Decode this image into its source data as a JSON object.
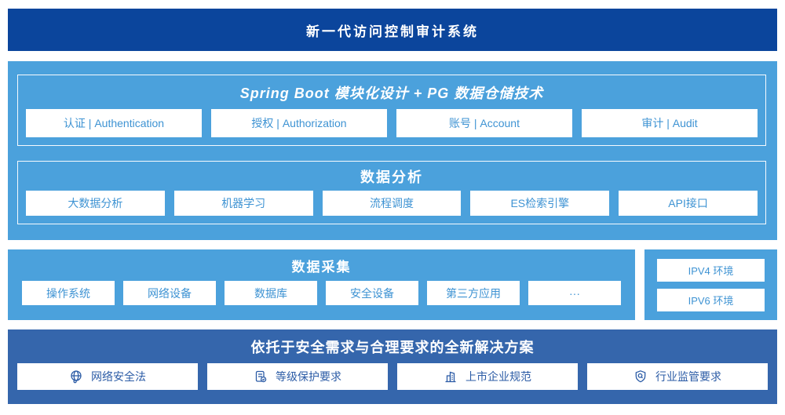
{
  "colors": {
    "banner_bg": "#0b459c",
    "platform_bg": "#4ba1dc",
    "solution_bg": "#3566ac",
    "box_text_blue": "#3e93d3",
    "solution_text_blue": "#2c5ca6",
    "box_bg": "#ffffff"
  },
  "banner": {
    "title": "新一代访问控制审计系统"
  },
  "platform": {
    "module_layer": {
      "title": "Spring Boot 模块化设计 + PG 数据仓储技术",
      "items": [
        "认证 | Authentication",
        "授权 | Authorization",
        "账号 | Account",
        "审计 | Audit"
      ]
    },
    "analysis_layer": {
      "title": "数据分析",
      "items": [
        "大数据分析",
        "机器学习",
        "流程调度",
        "ES检索引擎",
        "API接口"
      ]
    }
  },
  "collection": {
    "title": "数据采集",
    "items": [
      "操作系统",
      "网络设备",
      "数据库",
      "安全设备",
      "第三方应用",
      "···"
    ]
  },
  "environments": {
    "items": [
      "IPV4 环境",
      "IPV6 环境"
    ]
  },
  "solution": {
    "title": "依托于安全需求与合理要求的全新解决方案",
    "items": [
      {
        "icon": "globe-icon",
        "label": "网络安全法"
      },
      {
        "icon": "document-check-icon",
        "label": "等级保护要求"
      },
      {
        "icon": "building-icon",
        "label": "上市企业规范"
      },
      {
        "icon": "shield-search-icon",
        "label": "行业监管要求"
      }
    ]
  }
}
